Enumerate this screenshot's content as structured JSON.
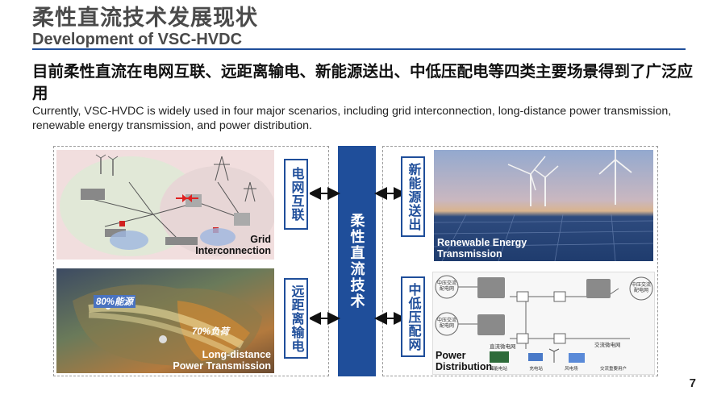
{
  "header": {
    "title_cn": "柔性直流技术发展现状",
    "title_en": "Development of VSC-HVDC"
  },
  "headline": "目前柔性直流在电网互联、远距离输电、新能源送出、中低压配电等四类主要场景得到了广泛应用",
  "subline": "Currently, VSC-HVDC is widely used in four major scenarios, including grid interconnection, long-distance power transmission, renewable energy transmission, and power distribution.",
  "center_label": "柔性直流技术",
  "scenarios": {
    "grid": {
      "label_cn": "电网互联",
      "caption_line1": "Grid",
      "caption_line2": "Interconnection"
    },
    "long_distance": {
      "label_cn": "远距离输电",
      "caption_line1": "Long-distance",
      "caption_line2": "Power Transmission",
      "map_label_a": "80%能源",
      "map_label_b": "70%负荷"
    },
    "renewable": {
      "label_cn": "新能源送出",
      "caption_line1": "Renewable Energy",
      "caption_line2": "Transmission"
    },
    "distribution": {
      "label_cn": "中低压配网",
      "caption_line1": "Power",
      "caption_line2": "Distribution",
      "node_left_top": "中压交流配电网",
      "node_left_bottom": "中压交流配电网",
      "node_right_top": "中压交流配电网",
      "bus_label": "直流微电网",
      "ac_label": "交流微电网",
      "loads": [
        "储能电站",
        "充电站",
        "风电场",
        "交流重要用户"
      ]
    }
  },
  "page_number": "7",
  "colors": {
    "accent": "#1f4e9a",
    "title_gray": "#4a4a4a",
    "arrow": "#111111"
  }
}
